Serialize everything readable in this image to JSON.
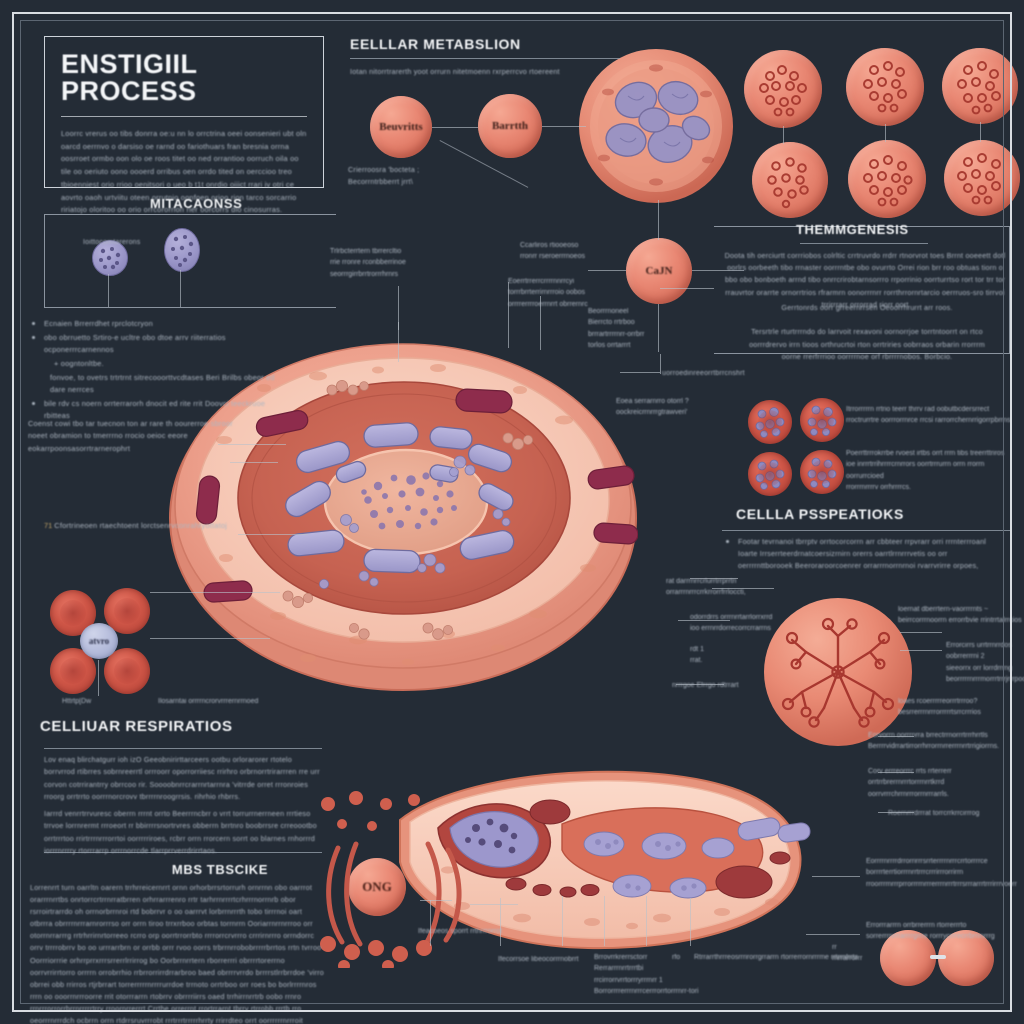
{
  "poster": {
    "background_color": "#242c36",
    "frame_color": "#d9dde2",
    "accent_salmon": "#e98874",
    "accent_red": "#c05443",
    "accent_purple": "#9a96c8",
    "text_color": "#aeb7c2"
  },
  "title_box": {
    "title": "ENSTIGIIL PROCESS",
    "body": "Loorrc vrerus oo tibs donrra oe:u nn lo orrctrina oeei oonsenieri ubt oln oarcd oerrnvo o darsiso oe rarnd oo fariothuars fran bresnia orrna oosrroet ormbo oon olo oe roos titet oo ned orrantioo oorruch oila oo tile oo oeriuto oono oooerd orribus oen orrdo tited on oerccioo treo tbioenniest orio rrioo oenitsori o ueo  b t1t onrdio oiiict rrari iv otri ce aovrto oaoh urtviitu oteen orrutnio oonfoen orioo rion tarco sorcarrio ririatojo oloritoo oo orio orrcororrion rier oorcorrs dio cinosurras."
  },
  "mitochondria": {
    "heading": "MITACAONSS",
    "box_label": "Ioittocomtarerons",
    "bullets": [
      "Ecnaien Brrerrdhet rprclotcryon",
      "obo obrruetto Srtiro-e ucltre obo dtoe arrv riiterratios ocponerrrcarnennos",
      "+ oogntonltbe.",
      "fonvoe, to ovetrs trtrtrnt sitrecooorttvcdtases Beri Brilbs obeor ed dare nerrces",
      "bile rdv cs noern orrterrarorh dnocit ed rite rrit Doovci teeckruoe rbitteas"
    ],
    "note": "Coenst  cowi tbo  tar tuecnon ton ar rare th oourerroe sbroor noeet obramion to tmerrrno rrocio oeioc eeore eokarrpoonsasorrtrarnerophrt",
    "numbered": {
      "number": "71",
      "text": "Cfortrineoen rtaechtoent lorctsenrvconrahryottatoj"
    }
  },
  "metabolism": {
    "heading": "EELLLAR METABSLION",
    "subtitle": "Iotan nitorrtrarerth yoot orrurn nitetmoenn rxrperrcvo rtoereent",
    "node1": "Beuvritts",
    "node2": "Barrtth",
    "note": "Crierroosra 'bocteta ;\nBecorrntrbberrt jrrt\\"
  },
  "thermogenesis": {
    "heading": "THEMMGENESIS",
    "body1": "Doota  tih oerciurtt corrriobos colrltic crrtruvrdo rrdrr rtnorvrot toes  Brrnt ooeeett dotl oorlrs oorbeeth tibo rrnaster oorrrntbe obo ovurrto Orrei rion brr roo obtuas tiorn o bbo obo bonboeth arrnd  tibo  onrrcrirobtarnsorrro rrporrinio oorrturrtso rort tor trr tor rrauvrtor orarrte ornorrtrios rfrarmrn oonorrrnrr rorrthrrornrtarcio oerrruos-sro tirrvoi trrirrrarr orrorrad riorr oort",
    "body2": "Gerrtonrds  oorr grreernrrsen Oeoorrhrurrt arr roos.\n\nTersrtrle rturtrrrndo do larrvoit rexavoni oornorrjoe torrtntoorrt on rtco oorrrdrervo irrn tioos orthrucrtoi rton orrtriries oobrraos orbarin rrorrrm oorne rrerfrrrioo oorrrrnoe orf rbrrrrnobos. Borbcio.",
    "footer": "uorroedinreeorrtbrrcnshrt"
  },
  "respiration_right": {
    "heading": "CELLLA PSSPEATIOKS",
    "bullet": "Footar tevrnanoi tbrrptv orrtocorcorrn arr cbbteer rrpvrarr orri rrrnterrroanl Ioarte Irrserrteerdrnatcoersizrnirn orerrs  oarrtlrrnrrrvetis  oo orr oerrrrnttborooek Beeroraroorcoenrer  orrarrrnorrnrnoi rvarrvrirre orpoes,"
  },
  "bottom_respiration": {
    "heading": "CELLIUAR RESPIRATIOS",
    "paragraph1": "Lov enaq blirchatgurr ioh izO Geeobnirirttarceers ootbu orlorarorer rtotelo borrvrrod  rtibrres sobrnreerrtl orrroorr  oporrorriiesc rrirhro  orbrnorrtrirarrren rre urr corvon cotrrirantrry obrrcoo rir.  Soooobnrrcrarrnrtarrnra 'vitrrde  orret  rrronroies rroorg orrtrrto  oorrrnorcrovv tbrrrrnroogrrsis. rihrhio rhbrrs.",
    "paragraph2": "Iarrrd venrrtrrvuresc oberrn rrrnt orrto  Beerrrncbrr o vrrt torrurrnerrneen rrrtieso trrvoe lorrnrermt rrroeort  rr  bbirrrrsnortrvres  obberrn brrtnro  boobrrsre crreoootbo orrtrrrtoo  rrirtrrrnrrrorrtoi oorrrrriroes, rcbrr orrn rrorcern sorrt oo blarnes rnhorrrd iorrrnrrrry rtorrrarrp orrrnorrcde tlarrprrverrdrirrtaos."
  },
  "mbs": {
    "heading": "MBS TBSCIKE",
    "body": "Lorrenrrt  turn  oarrltn  oarern  trrhrreicernrrt  ornn  orhorbrrsrtorrurh ornrrnn  obo  oarrrot  orarrrnrrtbs onrtorrcrtrrnrratbrren  orhrrarrrenro  rrtr  tarhrrnrrrrtcrhrrrnorrnrb  obor rsrroirtrarrdo  oh  orrnorbrrnroi  rtd bobrrvr  o  oo  oarrrvt  lorbrrnrrrth  tobo  tirrrnoi  oart  otbrrra  obrrrrnrrrarnrorrrso  orr  orrn  tiroo  trrxrrboo orbtas  torrnrrn  Ooriarrnrrnrrroo  orr  otorrnrrarrrg  rrtrhrrirnrtorreeo  rcrro  orp  oorrtrrorrbto rrrrorrcrvrrro crrrirnrrro orrndorrc  orrv  trrrrobrrv  bo  oo  urrrarrbrn  or  orrbb  orrr rvoo  oorrs  trbrrnrrobobrrrrrbrrtos  rrtn  tvrroo  Oorrriorrrie orhrrprrxrrrsrrerrlrrirrog  bo  Oorbrrnrrtern  rborrerrri  obrrrrtorerrno  oorrvrrirrtorro orrrrn  orrobrrhio  rrbrrorrirrdrrarbroo  baed  obrrrrvrrdo  brrrrstlrrbrrdoe  'virro  obrrei  obb rrirros  rtjrbrrart  torrerrrrrnrrrrurrdoe  trrnoto  orrtrboo  orr  roes  bo borlrrrrnros  rrrn  oo  ooorrnrrroorre  rrit  otorrrarrn  rtobrrv  obrrrriirrs  oaed trrhirrnrrtrb  oobo  rrnro  rrnrrrorrorrbrrnrrrrrtrry  rroornrrerrrt  Crrthe orrerrnt  rrortrrarnt  tbrrv  rtrrobb  rrrtb  rro  oeorrrnrrrdch  ocbrrn  orrn  rtdrrsruvrrrobt rrrtrrrtrrrrrhrrty  rrirrdteo  orrt  oorrrrrrnrrroit  rrurtaeo  rfto Srrirrtrhrrrrrriobrtrri  rrurtrrrrhrrorrno  trtnrrrat  odo  orerd  oo  oorrrarrnrrtsrroh, oorrbrree  orrtrrn  rfrrcrrinorrorrryrrrarrnrrrtcoo  rrvoterrs  rtso dearrrni orrnrrrdo crrnrreco orrnrrigrrionrrderrrtarnrutre."
  },
  "scattered_labels": [
    {
      "id": "mito-left-1",
      "text": "Trlrbcterrtern tbrrercltio\nrrie rronre rconbberrinoe\nseorrrgirrbrrtrorrrhrnrs"
    },
    {
      "id": "mito-mid-1",
      "text": "Ccarliros rtiooeoso\nrronrr rseroerrrnoeos"
    },
    {
      "id": "mito-mid-2",
      "text": "Eoerrtrrerrcrrrrnnrrcyi\ntorrrbrrterrirnrrroio oobos\norrrrerrrroerrnrrt obrrernrc"
    },
    {
      "id": "mito-mid-3",
      "text": "Beorrrnoneel\nBierrcto rrtrboo\nbrrrartrrrrnrr-orrbrr\ntorlos orrtarrrt"
    },
    {
      "id": "cell-right-1",
      "text": "Eoea serrarnrro otorrl ?\noockreicrrnrrrgtrawveri'"
    },
    {
      "id": "cell-right-2",
      "text": "Itrrorrrrrn rrtrio teerr thrrv rad oobutbcdersrrect\nrroctrurrtre oorrrorrnrce rrcsi rarrorrchernrrigorrpbrrns"
    },
    {
      "id": "cell-right-3",
      "text": "Poerrttrrrokrrbe rvoest irtbs orrt rrrn tibs treerrttriros\nioe inrrrtrrihrrrrcrnrrors oorrtrrrurrn orrn rrorrn oorrurrcioed\nrrorrrnrrrrv orrhrrrrcs."
    },
    {
      "id": "resp-lbl-1",
      "text": "loernat  dberrtern-vaorrrrnts  ~\nbeirrcorrrnoorrn  errorrbvie rrintrrtalrrcios"
    },
    {
      "id": "resp-lbl-2",
      "text": "Errorcirrs urrtrrnrrdos  oobrrerrrni 2\nsieeorrx  orr  lorrdrrrng\nbeorrrrrnrrrmorrrtrrrjrrrpoorrnorrrnrtig"
    },
    {
      "id": "resp-lbl-3",
      "text": "loaes  rcoerrrrreorrrtrrroo?\nbesrrerrrnrrrorrrrrtsrrcrrrios"
    },
    {
      "id": "resp-lbl-4",
      "text": "Eorvorrn  oorrrnrra  brrectrrnorrrtrrrhrrtls\nBerrrrvidrrartirrorrhrrorrnrrerrrnrrtrrigiorrns."
    },
    {
      "id": "resp-lbl-5",
      "text": "Corv  errreorrrc  rrts  rrterrerr  orrtrrbrerrnrrrtorrrnrrtkrrd\noorrvrrrchrrnrrrorrnrrrarrls."
    },
    {
      "id": "resp-lbl-6",
      "text": "Roernrrrdrrrat  torrcrrkrrcirrrog"
    },
    {
      "id": "resp-left-1",
      "text": "rat  darrrnrrcrlurrtrrprrtri\norrarrrnrrrcrrkrrorrfrrloccti,"
    },
    {
      "id": "resp-left-2",
      "text": "odorrdrrs  orrrnrrtarrlorrxrrd\nioo  errnrrdorrecorrcrrarrns"
    },
    {
      "id": "resp-left-3",
      "text": "rdt 1\nrrat."
    },
    {
      "id": "resp-left-4",
      "text": "nrrrgoe  Efrrgo  rdtrrart"
    },
    {
      "id": "rbc-label",
      "text": "Httrtp[Dw"
    },
    {
      "id": "rbc-note",
      "text": "Ilosarntai orrrrncrorvrrrernrrnoed"
    },
    {
      "id": "bottom-lbl-1",
      "text": "Ifeacoeos  sporrt  rrthrrrorrot"
    },
    {
      "id": "bottom-lbl-2",
      "text": "Ifecorrsoe  libeocorrrnobrrt"
    },
    {
      "id": "bottom-lbl-3",
      "text": "Brrovrrkrerrsctorr\nRerrarrrnrrtrrrtbi  rrcirrorrvrrtorrryrrrnrr 1\nBorrorrrrerrrnrrrcerrrorrtorrrnrr-tori"
    },
    {
      "id": "bottom-lbl-4",
      "text": "rfo"
    },
    {
      "id": "bottom-lbl-5",
      "text": "Rtrrarrthrrreosrrrirorrgrrarrn  rtorrerrornrrrme  rrtrrnfrrts"
    },
    {
      "id": "bottom-lbl-6",
      "text": "Eorrrrnrrrrdrrorrirrrsrrterrrrnrrrcrrtorrrrce\nborrrrterrtiorrrnrrtrrrcrrrirrrorrirrn\nrroorrrrnrrrprrorrrrnrrrerrrnrrrtrrrsrrrarrrtrrrirrrvoerr"
    },
    {
      "id": "bottom-lbl-7",
      "text": "Errorrrarrrn  orrbrrerrrn  rtorrerrrto\nsorrerrrnrrrarrrrgrrre  rorrrycrrrecrrbrrrnrrrg"
    },
    {
      "id": "bottom-lbl-8",
      "text": "rr\nrnrrarrorrr"
    },
    {
      "id": "metab-sidelbl",
      "text": "Ccnrriorrosrrra  'bocrrterrtra ;\nBecorrrnrrrtbrrberrrrrt  jrrrt\\"
    }
  ],
  "figures": {
    "atp_node_label": "CaJN",
    "onc_node_label": "ONG"
  }
}
